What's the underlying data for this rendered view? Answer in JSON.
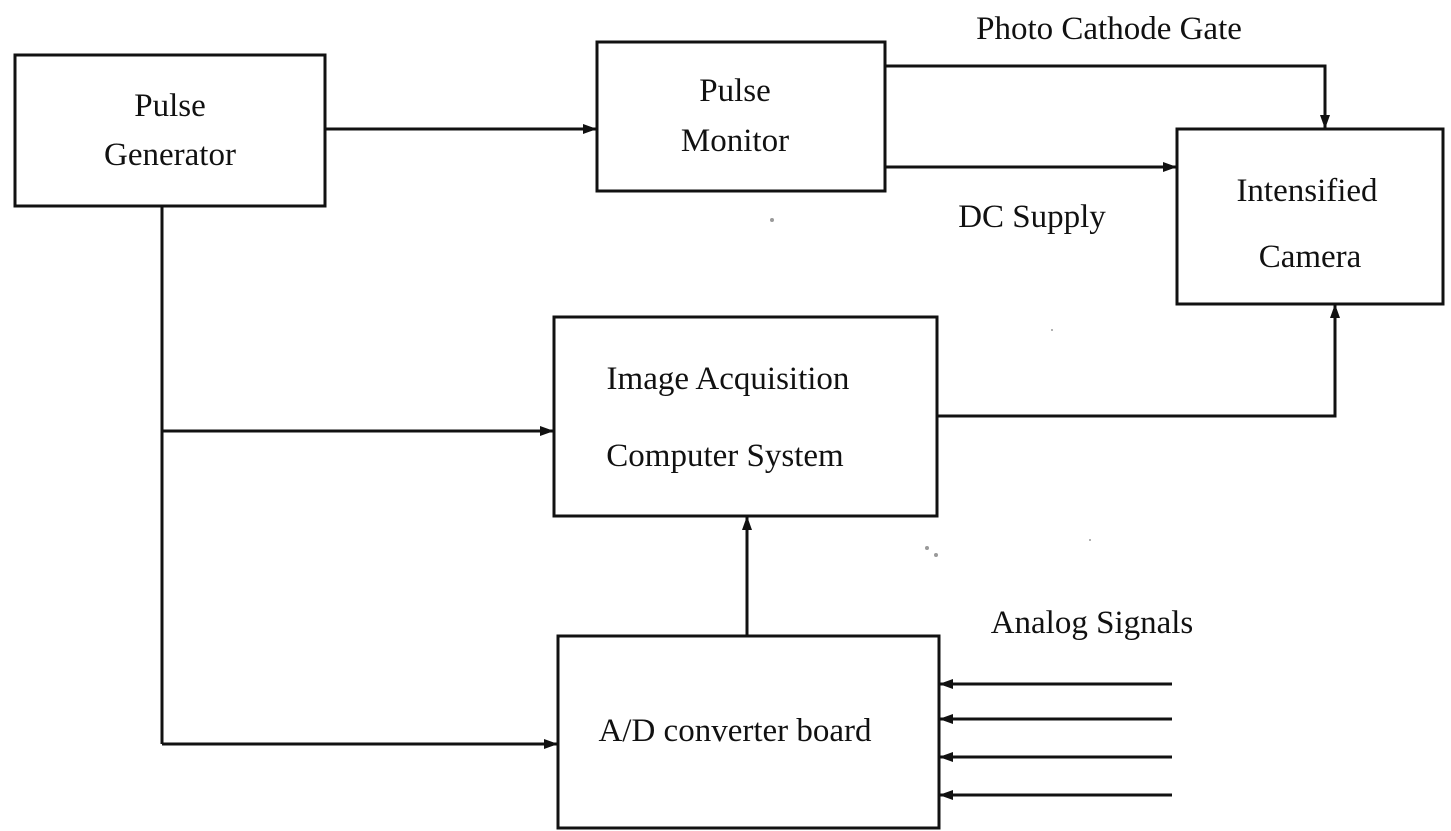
{
  "blocks": {
    "pulse_generator": [
      "Pulse",
      "Generator"
    ],
    "pulse_monitor": [
      "Pulse",
      "Monitor"
    ],
    "intensified_camera": [
      "Intensified",
      "Camera"
    ],
    "image_acquisition": [
      "Image Acquisition",
      "Computer System"
    ],
    "ad_converter": "A/D converter board"
  },
  "labels": {
    "photo_cathode_gate": "Photo Cathode Gate",
    "dc_supply": "DC Supply",
    "analog_signals": "Analog Signals"
  },
  "connections": [
    {
      "from": "pulse_generator",
      "to": "pulse_monitor"
    },
    {
      "from": "pulse_monitor",
      "to": "intensified_camera",
      "label": "Photo Cathode Gate"
    },
    {
      "from": "pulse_monitor",
      "to": "intensified_camera",
      "label": "DC Supply"
    },
    {
      "from": "pulse_generator",
      "to": "image_acquisition"
    },
    {
      "from": "pulse_generator",
      "to": "ad_converter"
    },
    {
      "from": "image_acquisition",
      "to": "intensified_camera"
    },
    {
      "from": "ad_converter",
      "to": "image_acquisition"
    },
    {
      "from": "analog_signals",
      "to": "ad_converter",
      "count": 4
    }
  ],
  "colors": {
    "line": "#111111",
    "background": "#ffffff"
  }
}
